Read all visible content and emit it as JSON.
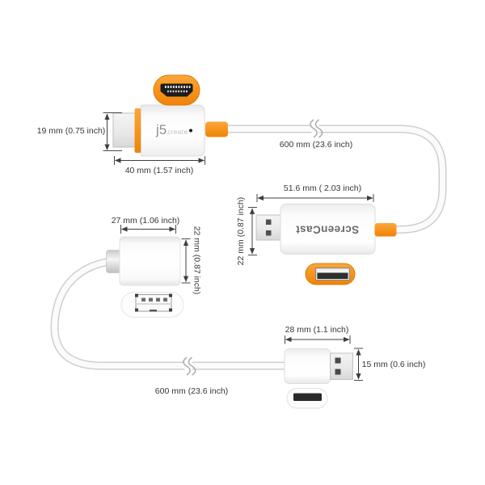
{
  "brand": {
    "j5": "j5",
    "create": "create"
  },
  "device": {
    "name": "ScreenCast"
  },
  "annotations": {
    "hdmi_height": "19 mm (0.75 inch)",
    "hdmi_length": "40 mm (1.57 inch)",
    "cable_top_length": "600 mm (23.6 inch)",
    "screencast_length": "51.6 mm ( 2.03 inch)",
    "screencast_height": "22 mm (0.87 inch)",
    "adapter_width": "27 mm (1.06 inch)",
    "adapter_height": "22 mm (0.87 inch)",
    "usb_plug_length": "28 mm (1.1 inch)",
    "usb_plug_height": "15 mm (0.6 inch)",
    "cable_bottom_length": "600 mm (23.6 inch)"
  },
  "icons": {
    "cable_break": "cable-break-squiggle",
    "hdmi_front": "hdmi-connector-front",
    "usb_port_orange": "usb-a-port-front",
    "usb_port_white": "usb-a-port-front",
    "usb_plug_front": "usb-a-plug-front"
  },
  "colors": {
    "accent_orange": "#F7941E",
    "dimension_text": "#373737",
    "cable_edge": "#CFCFCF",
    "background": "#FFFFFF"
  }
}
